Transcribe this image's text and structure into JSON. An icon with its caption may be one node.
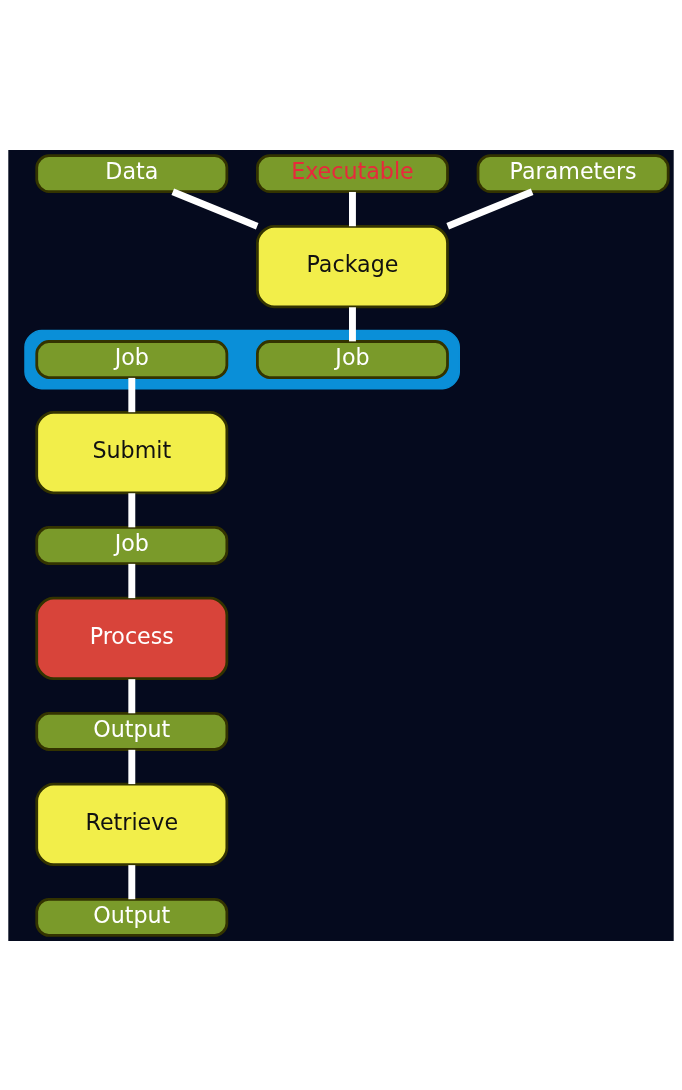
{
  "diagram": {
    "nodes": [
      {
        "text": [
          "Data"
        ]
      },
      {
        "text": [
          "Executable"
        ]
      },
      {
        "text": [
          "Parameters"
        ]
      },
      {
        "text": [
          "Package"
        ]
      },
      {
        "text": [],
        "shape": "ellipse"
      },
      {
        "text": [
          "Job"
        ],
        "in": 4
      },
      {
        "text": [
          "Job"
        ],
        "in": 4
      },
      {
        "text": [
          "Submit"
        ]
      },
      {
        "text": [
          "Job"
        ]
      },
      {
        "text": [
          "Process"
        ]
      },
      {
        "text": [
          "Output"
        ]
      },
      {
        "text": [
          "Retrieve"
        ]
      },
      {
        "text": [
          "Output"
        ]
      }
    ],
    "edges": [
      {
        "from": 0,
        "to": 3,
        "arrow": "none"
      },
      {
        "from": 1,
        "to": 3,
        "arrow": "none"
      },
      {
        "from": 2,
        "to": 3,
        "arrow": "none"
      },
      {
        "from": 3,
        "to": 5,
        "arrow": "none"
      },
      {
        "from": 6,
        "to": 7,
        "arrow": "none"
      },
      {
        "from": 7,
        "to": 8,
        "arrow": "none"
      },
      {
        "from": 8,
        "to": 9,
        "arrow": "none"
      },
      {
        "from": 9,
        "to": 10,
        "arrow": "none"
      },
      {
        "from": 10,
        "to": 11,
        "arrow": "none"
      },
      {
        "from": 11,
        "to": 12,
        "arrow": "none"
      }
    ]
  }
}
